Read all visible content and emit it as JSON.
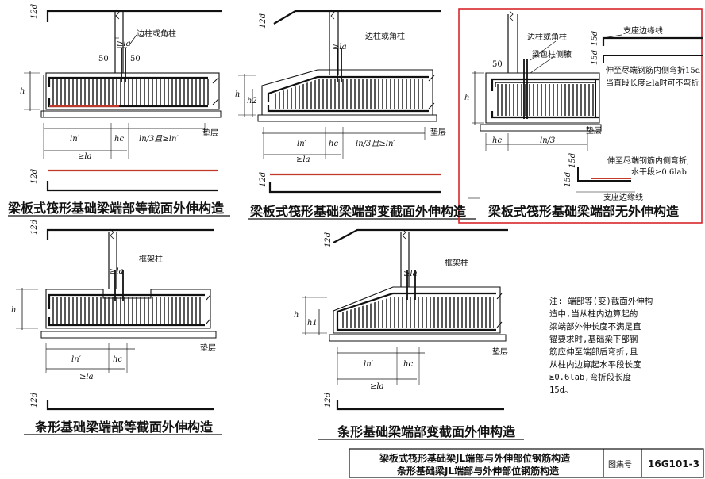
{
  "colors": {
    "highlight_box": "#d9262b",
    "red_bar": "#c0392b",
    "ink": "#1a1a1a"
  },
  "diagrams": [
    {
      "caption": "梁板式筏形基础梁端部等截面外伸构造",
      "col_label": "边柱或角柱",
      "bottom_label": "垫层",
      "dims": {
        "d12": "12d",
        "la": "≥la",
        "s50a": "50",
        "s50b": "50",
        "h": "h",
        "ln": "ln′",
        "hc": "hc",
        "tail": "ln/3且≥ln′",
        "lower": "≥la"
      }
    },
    {
      "caption": "梁板式筏形基础梁端部变截面外伸构造",
      "col_label": "边柱或角柱",
      "bottom_label": "垫层",
      "dims": {
        "d12": "12d",
        "la": "≥la",
        "h": "h",
        "h2": "h2",
        "ln": "ln′",
        "hc": "hc",
        "tail": "ln/3且≥ln′",
        "lower": "≥la"
      }
    },
    {
      "caption": "梁板式筏形基础梁端部无外伸构造",
      "col_label": "边柱或角柱",
      "wrap_label": "梁包柱侧腋",
      "top_edge": "支座边缘线",
      "top_note1": "伸至尽端钢筋内侧弯折15d",
      "top_note2": "当直段长度≥la时可不弯折",
      "bottom_note1": "伸至尽端钢筋内侧弯折,",
      "bottom_note2": "水平段≥0.6lab",
      "bottom_edge": "支座边缘线",
      "dims": {
        "d15a": "15d",
        "d15b": "15d",
        "d15c": "15d",
        "s50": "50",
        "h": "h",
        "hc": "hc",
        "ln3": "ln/3"
      }
    },
    {
      "caption": "条形基础梁端部等截面外伸构造",
      "col_label": "框架柱",
      "bottom_label": "垫层",
      "dims": {
        "d12a": "12d",
        "d12b": "12d",
        "la": "≥la",
        "h": "h",
        "ln": "ln′",
        "hc": "hc",
        "lower": "≥la"
      }
    },
    {
      "caption": "条形基础梁端部变截面外伸构造",
      "col_label": "框架柱",
      "bottom_label": "垫层",
      "dims": {
        "d12a": "12d",
        "d12b": "12d",
        "la": "≥la",
        "h": "h",
        "h1": "h1",
        "ln": "ln′",
        "hc": "hc",
        "lower": "≥la"
      }
    }
  ],
  "note": {
    "lines": [
      "注:   端部等(变)截面外伸构",
      "       造中,当从柱内边算起的",
      "       梁端部外伸长度不满足直",
      "       锚要求时,基础梁下部钢",
      "       筋应伸至端部后弯折,且",
      "       从柱内边算起水平段长度",
      "       ≥0.6lab,弯折段长度",
      "       15d。"
    ]
  },
  "title_block": {
    "line1": "梁板式筏形基础梁JL端部与外伸部位钢筋构造",
    "line2": "条形基础梁JL端部与外伸部位钢筋构造",
    "atlas_label": "图集号",
    "atlas_no": "16G101-3"
  }
}
